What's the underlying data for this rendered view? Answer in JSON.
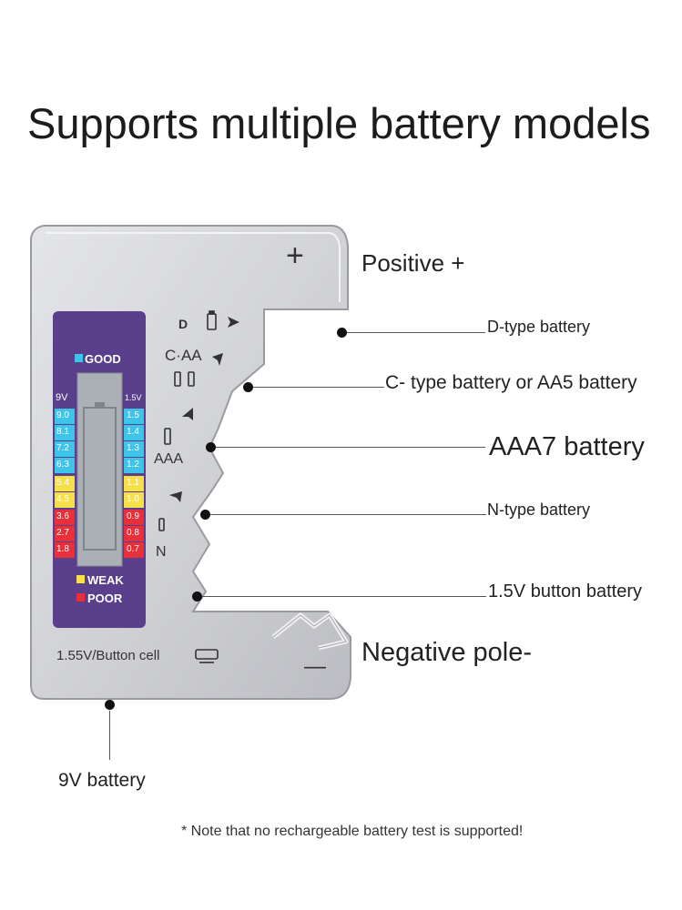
{
  "title": "Supports multiple battery models",
  "labels": {
    "positive": "Positive +",
    "d_type": "D-type battery",
    "c_type": "C- type battery or AA5 battery",
    "aaa7": "AAA7 battery",
    "n_type": "N-type battery",
    "button": "1.5V button battery",
    "negative": "Negative pole-",
    "nine_v": "9V battery"
  },
  "device": {
    "plus_sign": "+",
    "minus_sign": "—",
    "slot_d": "D",
    "slot_caa": "C·AA",
    "slot_aaa": "AAA",
    "slot_n": "N",
    "good": "GOOD",
    "weak": "WEAK",
    "poor": "POOR",
    "button_cell": "1.55V/Button cell",
    "scale_9v_header": "9V",
    "scale_15v_header": "1.5V",
    "scale_9v": [
      "9.0",
      "8.1",
      "7.2",
      "6.3",
      "5.4",
      "4.5",
      "3.6",
      "2.7",
      "1.8"
    ],
    "scale_15v": [
      "1.5",
      "1.4",
      "1.3",
      "1.2",
      "1.1",
      "1.0",
      "0.9",
      "0.8",
      "0.7"
    ],
    "colors": {
      "good": "#3ec4e8",
      "weak": "#f5e04a",
      "poor": "#e8303a",
      "panel": "#5a3f8c"
    }
  },
  "note": "* Note that no rechargeable battery test is supported!"
}
